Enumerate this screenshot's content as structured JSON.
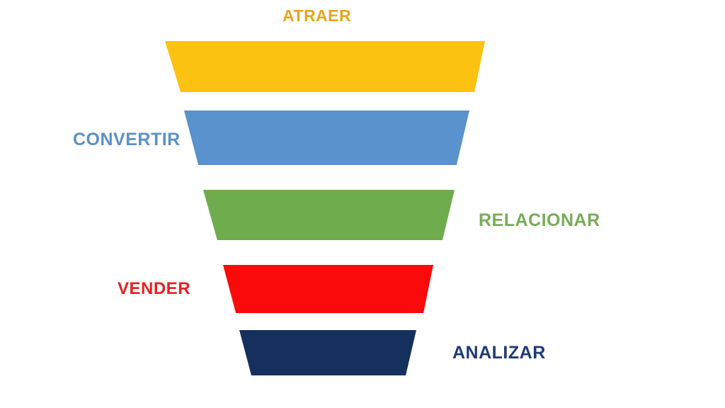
{
  "diagram": {
    "type": "funnel",
    "background": "#FFFFFF",
    "stages": [
      {
        "label": "ATRAER",
        "shape_color": "#FCC211",
        "label_color": "#E7A51E",
        "label_position": "top-center"
      },
      {
        "label": "CONVERTIR",
        "shape_color": "#5992CC",
        "label_color": "#5B91C6",
        "label_position": "left"
      },
      {
        "label": "RELACIONAR",
        "shape_color": "#6FAC4D",
        "label_color": "#77AC57",
        "label_position": "right"
      },
      {
        "label": "VENDER",
        "shape_color": "#FA0A0A",
        "label_color": "#E32222",
        "label_position": "left"
      },
      {
        "label": "ANALIZAR",
        "shape_color": "#16305E",
        "label_color": "#203A77",
        "label_position": "right"
      }
    ]
  }
}
